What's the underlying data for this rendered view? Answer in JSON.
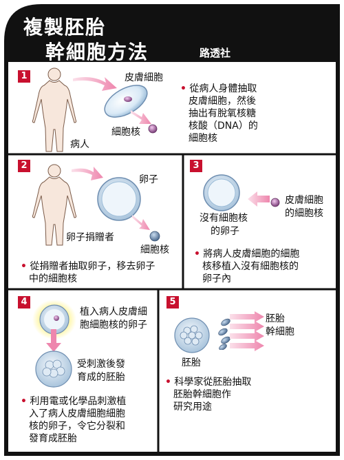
{
  "header": {
    "title_line1": "複製胚胎",
    "title_line2": "幹細胞方法",
    "source": "路透社"
  },
  "step1": {
    "number": "1",
    "patient_label": "病人",
    "skin_cell_label": "皮膚細胞",
    "nucleus_label": "細胞核",
    "description": [
      "從病人身體抽取",
      "皮膚細胞，然後",
      "抽出有脫氧核糖",
      "核酸（DNA）的",
      "細胞核"
    ]
  },
  "step2": {
    "number": "2",
    "egg_label": "卵子",
    "donor_label": "卵子捐贈者",
    "nucleus_label": "細胞核",
    "description": [
      "從捐贈者抽取卵子，移去卵子",
      "中的細胞核"
    ]
  },
  "step3": {
    "number": "3",
    "enucleated_label": [
      "沒有細胞核",
      "的卵子"
    ],
    "skin_nucleus_label": [
      "皮膚細胞",
      "的細胞核"
    ],
    "description": [
      "將病人皮膚細胞的細胞",
      "核移植入沒有細胞核的",
      "卵子內"
    ]
  },
  "step4": {
    "number": "4",
    "implanted_label": [
      "植入病人皮膚細",
      "胞細胞核的卵子"
    ],
    "embryo_label": [
      "受刺激後發",
      "育成的胚胎"
    ],
    "description": [
      "利用電或化學品刺激植",
      "入了病人皮膚細胞細胞",
      "核的卵子，令它分裂和",
      "發育成胚胎"
    ]
  },
  "step5": {
    "number": "5",
    "stem_cell_label": [
      "胚胎",
      "幹細胞"
    ],
    "embryo_label": "胚胎",
    "description": [
      "科學家從胚胎抽取",
      "胚胎幹細胞作",
      "研究用途"
    ]
  },
  "colors": {
    "frame": "#111111",
    "accent_red": "#c8102e",
    "arrow_pink": "#f2a3c0",
    "cell_blue": "#cfe3f2",
    "nucleus_purple": "#8a4c86"
  }
}
